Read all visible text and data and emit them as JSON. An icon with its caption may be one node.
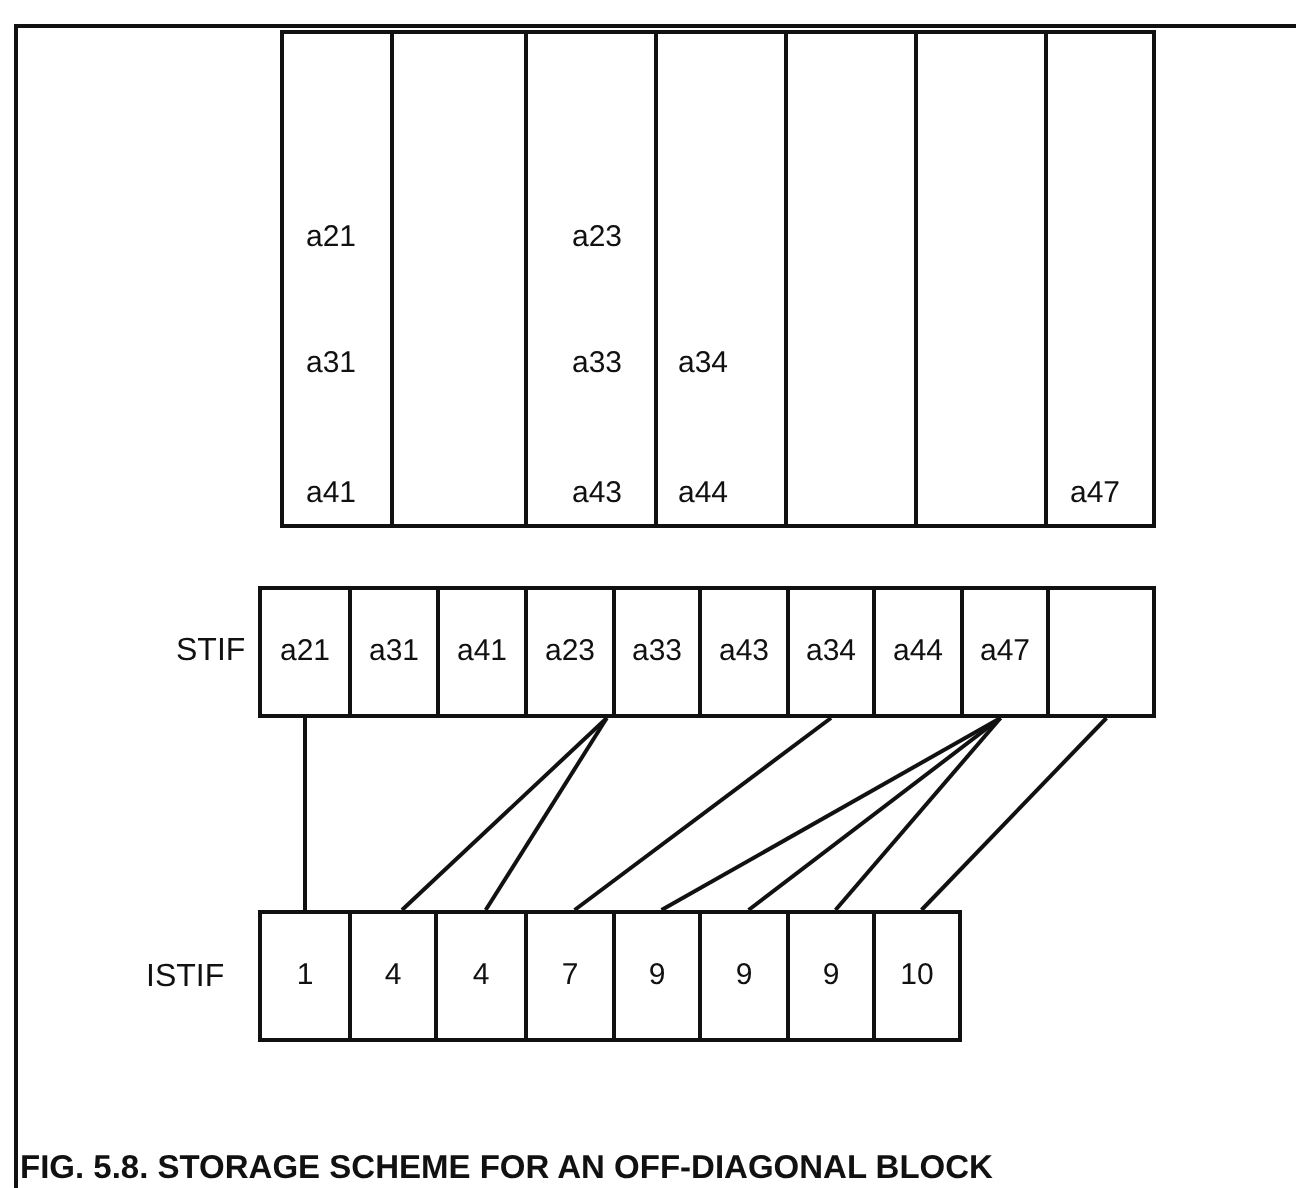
{
  "diagram": {
    "caption": "FIG. 5.8. STORAGE SCHEME FOR AN OFF-DIAGONAL BLOCK",
    "nodes": [
      {
        "text": [
          "a21",
          "a31",
          "a41"
        ]
      },
      {
        "text": [],
        "shape": "box"
      },
      {
        "text": [
          "a23",
          "a33",
          "a43"
        ]
      },
      {
        "text": [
          "a34",
          "a44"
        ]
      },
      {
        "text": [],
        "shape": "box"
      },
      {
        "text": [],
        "shape": "box"
      },
      {
        "text": [
          "a47"
        ]
      },
      {
        "text": [
          "a21"
        ]
      },
      {
        "text": [
          "a31"
        ]
      },
      {
        "text": [
          "a41"
        ]
      },
      {
        "text": [
          "a23"
        ]
      },
      {
        "text": [
          "a33"
        ]
      },
      {
        "text": [
          "a43"
        ]
      },
      {
        "text": [
          "a34"
        ]
      },
      {
        "text": [
          "a44"
        ]
      },
      {
        "text": [
          "a47"
        ]
      },
      {
        "text": [],
        "shape": "box"
      },
      {
        "text": [
          "1"
        ]
      },
      {
        "text": [
          "4"
        ]
      },
      {
        "text": [
          "4"
        ]
      },
      {
        "text": [
          "7"
        ]
      },
      {
        "text": [
          "9"
        ]
      },
      {
        "text": [
          "9"
        ]
      },
      {
        "text": [
          "9"
        ]
      },
      {
        "text": [
          "10"
        ]
      }
    ],
    "edges": [
      {
        "from": 7,
        "to": 17,
        "arrow": "none"
      },
      {
        "from": 10,
        "to": 18,
        "arrow": "none"
      },
      {
        "from": 10,
        "to": 19,
        "arrow": "none"
      },
      {
        "from": 13,
        "to": 20,
        "arrow": "none"
      },
      {
        "from": 15,
        "to": 21,
        "arrow": "none"
      },
      {
        "from": 15,
        "to": 22,
        "arrow": "none"
      },
      {
        "from": 15,
        "to": 23,
        "arrow": "none"
      },
      {
        "from": 16,
        "to": 24,
        "arrow": "none"
      }
    ],
    "labels": [
      "STIF",
      "ISTIF"
    ]
  }
}
